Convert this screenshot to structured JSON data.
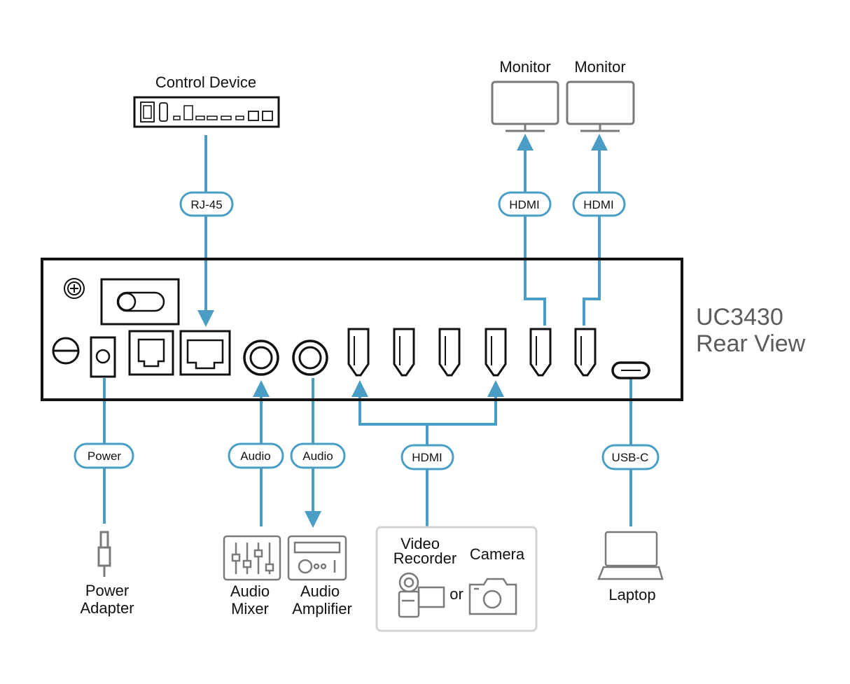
{
  "colors": {
    "connector": "#4a9ec5",
    "device_outline": "#111111",
    "icon_outline": "#7a7a7a",
    "group_box": "#d4d4d4"
  },
  "device": {
    "model": "UC3430",
    "view": "Rear View"
  },
  "connections": {
    "rj45": "RJ-45",
    "hdmi_out_1": "HDMI",
    "hdmi_out_2": "HDMI",
    "power": "Power",
    "audio_in": "Audio",
    "audio_out": "Audio",
    "hdmi_in": "HDMI",
    "usbc": "USB-C"
  },
  "peripherals": {
    "control_device": "Control Device",
    "monitor_1": "Monitor",
    "monitor_2": "Monitor",
    "power_adapter": [
      "Power",
      "Adapter"
    ],
    "audio_mixer": [
      "Audio",
      "Mixer"
    ],
    "audio_amplifier": [
      "Audio",
      "Amplifier"
    ],
    "video_recorder": [
      "Video",
      "Recorder"
    ],
    "or_word": "or",
    "camera": "Camera",
    "laptop": "Laptop"
  },
  "icons": {
    "control_device": "rack-device-icon",
    "monitor": "monitor-icon",
    "power_adapter": "dc-plug-icon",
    "audio_mixer": "mixer-faders-icon",
    "audio_amplifier": "amplifier-icon",
    "video_recorder": "camcorder-icon",
    "camera": "camera-icon",
    "laptop": "laptop-icon"
  }
}
